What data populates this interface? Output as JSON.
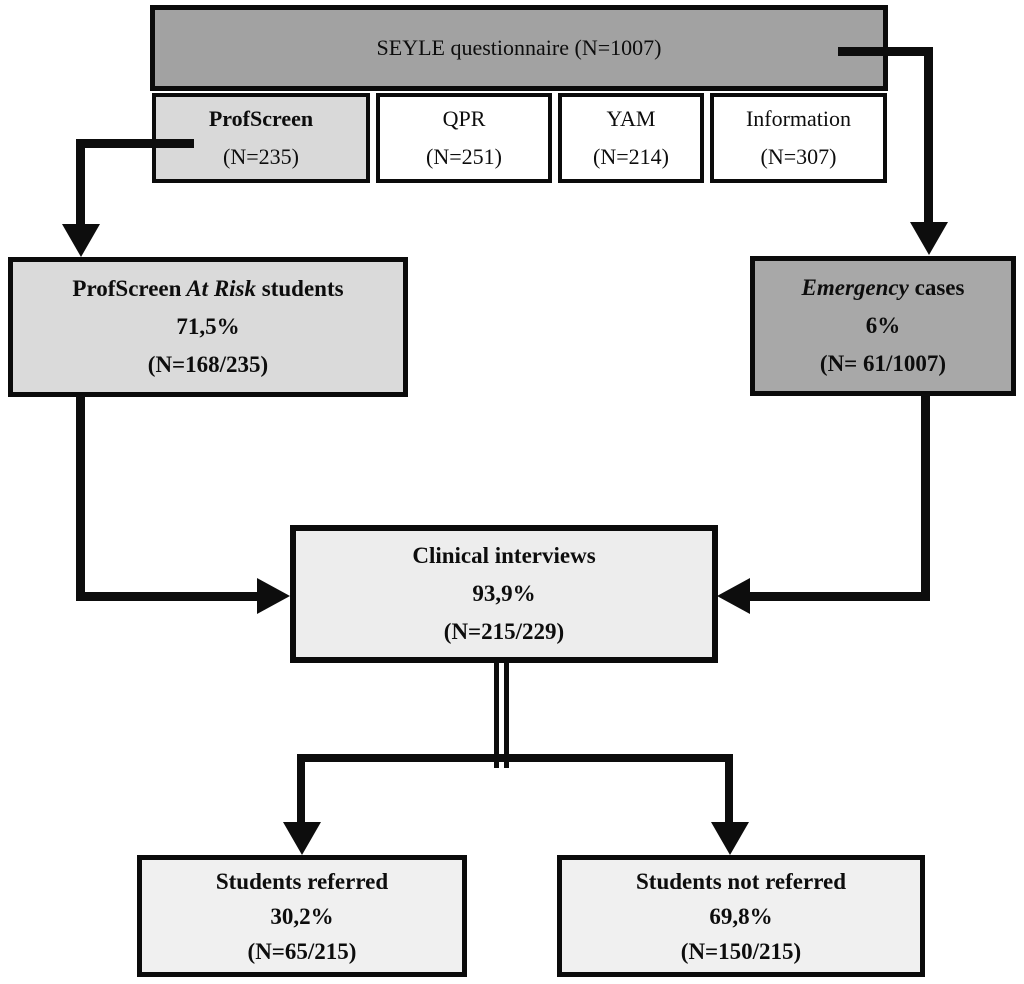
{
  "top": {
    "header": "SEYLE questionnaire (N=1007)",
    "cells": [
      {
        "name": "ProfScreen",
        "n": "(N=235)"
      },
      {
        "name": "QPR",
        "n": "(N=251)"
      },
      {
        "name": "YAM",
        "n": "(N=214)"
      },
      {
        "name": "Information",
        "n": "(N=307)"
      }
    ]
  },
  "boxes": {
    "at_risk": {
      "title_regular_1": "ProfScreen",
      "title_italic": " At Risk ",
      "title_regular_2": "students",
      "percent": "71,5%",
      "n": "(N=168/235)"
    },
    "emergency": {
      "title_italic": "Emergency",
      "title_regular": " cases",
      "percent": "6%",
      "n": "(N= 61/1007)"
    },
    "clinical": {
      "title": "Clinical interviews",
      "percent": "93,9%",
      "n": "(N=215/229)"
    },
    "referred": {
      "title": "Students referred",
      "percent": "30,2%",
      "n": "(N=65/215)"
    },
    "not_referred": {
      "title": "Students not referred",
      "percent": "69,8%",
      "n": "(N=150/215)"
    }
  },
  "colors": {
    "header_fill": "#a2a2a2",
    "emergency_fill": "#a8a8a8",
    "profscreen_fill": "#d9d9d9",
    "at_risk_fill": "#dadada",
    "pale_fill": "#efefef",
    "line": "#0d0d0d"
  }
}
